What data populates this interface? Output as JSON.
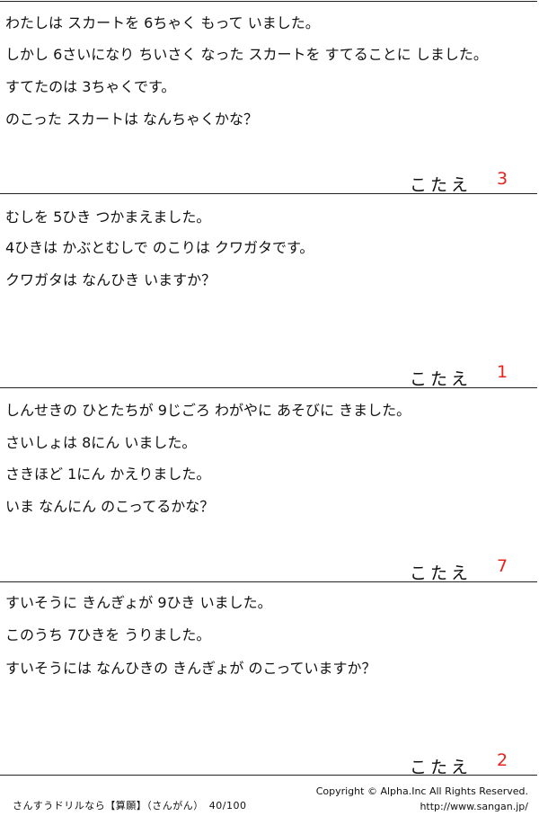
{
  "problems": [
    {
      "lines": [
        "わたしは スカートを 6ちゃく もって いました。",
        "しかし 6さいになり ちいさく なった スカートを すてることに しました。",
        "すてたのは 3ちゃくです。",
        "のこった スカートは なんちゃくかな？"
      ],
      "answer_label": "こたえ",
      "answer": "3"
    },
    {
      "lines": [
        "むしを 5ひき つかまえました。",
        "4ひきは かぶとむしで のこりは クワガタです。",
        "クワガタは なんひき いますか？"
      ],
      "answer_label": "こたえ",
      "answer": "1"
    },
    {
      "lines": [
        "しんせきの ひとたちが 9じごろ わがやに あそびに きました。",
        "さいしょは 8にん いました。",
        "さきほど 1にん かえりました。",
        "いま なんにん のこってるかな？"
      ],
      "answer_label": "こたえ",
      "answer": "7"
    },
    {
      "lines": [
        "すいそうに きんぎょが 9ひき いました。",
        "このうち 7ひきを うりました。",
        "すいそうには なんひきの きんぎょが のこっていますか？"
      ],
      "answer_label": "こたえ",
      "answer": "2"
    }
  ],
  "footer": {
    "left": "さんすうドリルなら【算願】（さんがん）　40/100",
    "copyright": "Copyright ©  Alpha.Inc All Rights Reserved.",
    "url": "http://www.sangan.jp/"
  },
  "colors": {
    "answer": "#e8231c",
    "rule": "#222222"
  }
}
